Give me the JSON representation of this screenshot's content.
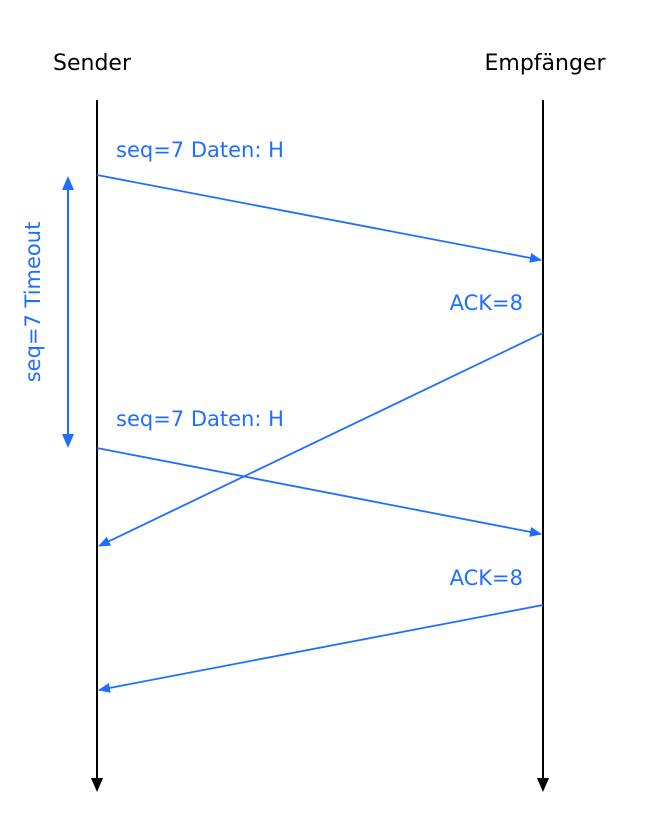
{
  "colors": {
    "lifeline": "#000000",
    "message": "#1f6fff"
  },
  "actors": {
    "sender": "Sender",
    "receiver": "Empfänger"
  },
  "messages": [
    {
      "label": "seq=7 Daten: H",
      "direction": "sender-to-receiver"
    },
    {
      "label": "ACK=8",
      "direction": "receiver-to-sender"
    },
    {
      "label": "seq=7 Daten: H",
      "direction": "sender-to-receiver"
    },
    {
      "label": "ACK=8",
      "direction": "receiver-to-sender"
    }
  ],
  "timeout": {
    "label": "seq=7 Timeout"
  }
}
